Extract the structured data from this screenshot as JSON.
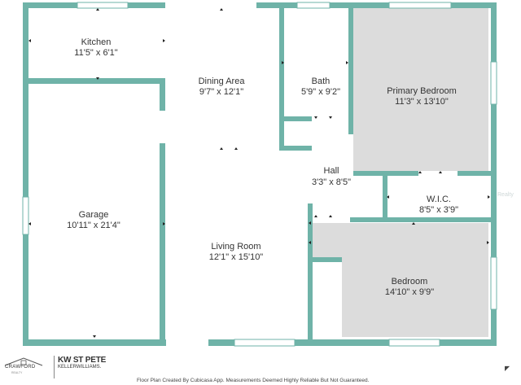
{
  "rooms": {
    "kitchen": {
      "name": "Kitchen",
      "dims": "11'5\" x 6'1\""
    },
    "dining": {
      "name": "Dining Area",
      "dims": "9'7\" x 12'1\""
    },
    "bath": {
      "name": "Bath",
      "dims": "5'9\" x 9'2\""
    },
    "primary_bedroom": {
      "name": "Primary Bedroom",
      "dims": "11'3\" x 13'10\""
    },
    "hall": {
      "name": "Hall",
      "dims": "3'3\" x 8'5\""
    },
    "wic": {
      "name": "W.I.C.",
      "dims": "8'5\" x 3'9\""
    },
    "garage": {
      "name": "Garage",
      "dims": "10'11\" x 21'4\""
    },
    "living": {
      "name": "Living Room",
      "dims": "12'1\" x 15'10\""
    },
    "bedroom": {
      "name": "Bedroom",
      "dims": "14'10\" x 9'9\""
    }
  },
  "branding": {
    "crawford": "CRAWFORD",
    "crawford_sub": "REALTY",
    "kw_line1": "KW ST PETE",
    "kw_line2": "KELLERWILLIAMS."
  },
  "footer_note": "Floor Plan Created By Cubicasa App. Measurements Deemed Highly Reliable But Not Guaranteed.",
  "watermark": "Realty",
  "colors": {
    "wall": "#6fb3a8",
    "carpet": "#dcdcdc",
    "window": "#ffffff"
  }
}
